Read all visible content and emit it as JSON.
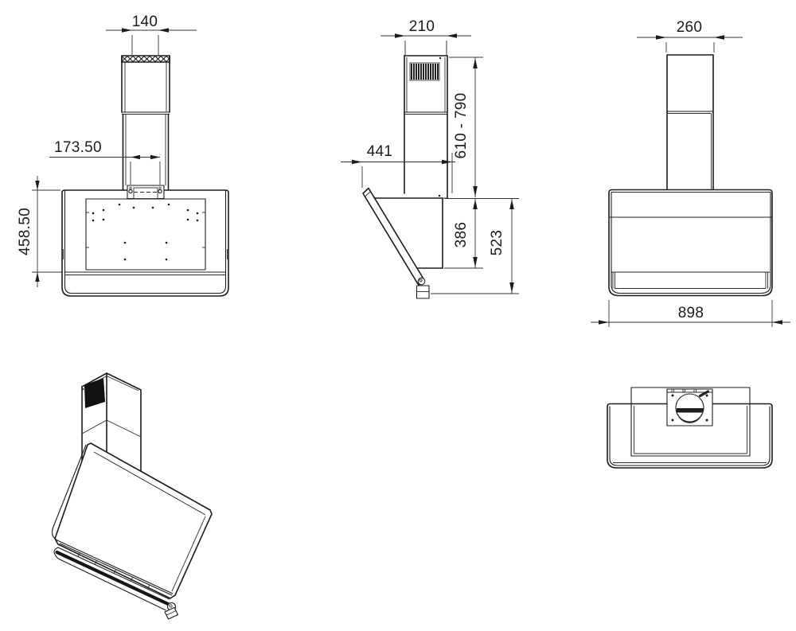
{
  "page": {
    "background": "#ffffff",
    "line_color": "#1c1c1c"
  },
  "views": {
    "front": {
      "duct_width_mm": "140",
      "mount_hole_spacing_mm": "173.50",
      "mount_height_mm": "458.50"
    },
    "side": {
      "chimney_depth_mm": "210",
      "overall_depth_mm": "441",
      "chimney_height_range_mm": "610 - 790",
      "body_height_mm": "386",
      "overall_height_mm": "523"
    },
    "rear": {
      "chimney_width_mm": "260",
      "overall_width_mm": "898"
    }
  }
}
